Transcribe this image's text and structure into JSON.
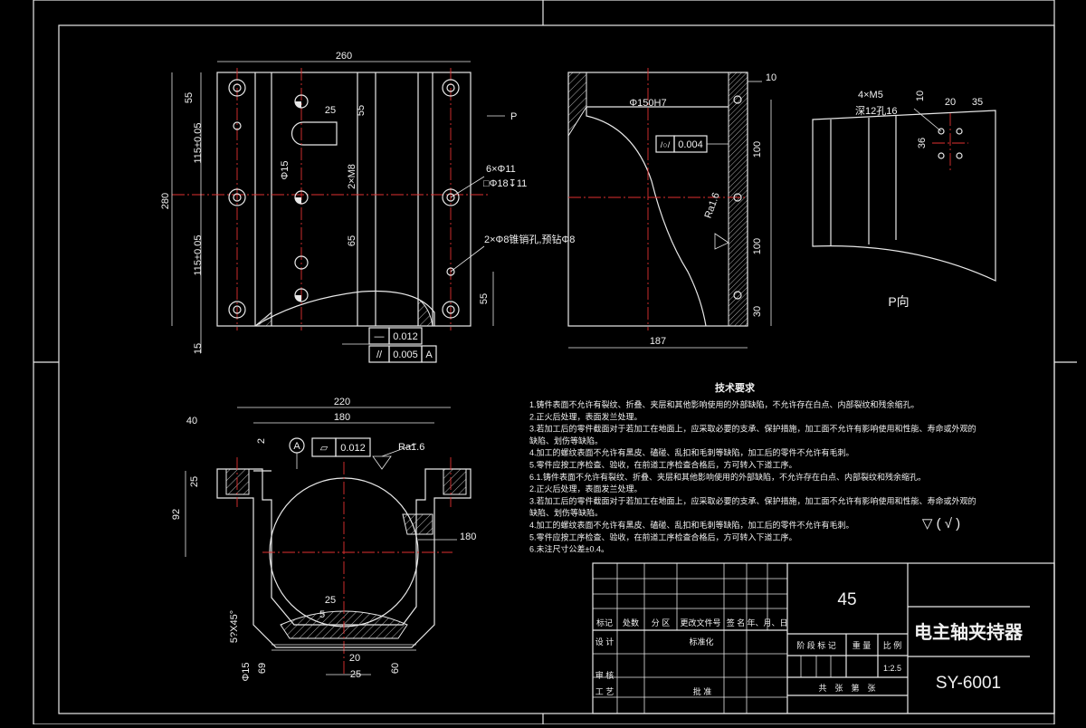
{
  "drawing": {
    "title": "电主轴夹持器",
    "number": "SY-6001",
    "material": "45",
    "scale": "1:2.5",
    "p_view_label": "P向",
    "p_arrow_label": "P"
  },
  "dimensions": {
    "front": {
      "width": "260",
      "height": "280",
      "top": "55",
      "tol1": "115±0.05",
      "tol2": "115±0.05",
      "bottom": "15",
      "slot_w": "25",
      "slot_h": "55",
      "dia15": "Φ15",
      "m8": "2×M8",
      "h65": "65",
      "b55": "55",
      "holes_note_1": "6×Φ11",
      "holes_note_2": "□Φ18↧11",
      "pin_note": "2×Φ8锥销孔,预钻Φ8",
      "flatness": "0.012",
      "parallel": "0.005",
      "datum": "A",
      "flat_sym": "—",
      "par_sym": "//"
    },
    "side": {
      "bore": "Φ150H7",
      "cyl_value": "0.004",
      "cyl_sym": "/○/",
      "d10": "10",
      "d100a": "100",
      "d100b": "100",
      "d30": "30",
      "d187": "187",
      "rough": "Ra1.6"
    },
    "pview": {
      "holes": "4×M5",
      "depth": "深12孔16",
      "d10": "10",
      "d20": "20",
      "d35": "35",
      "d36": "36"
    },
    "top": {
      "d220": "220",
      "d40": "40",
      "d180w": "180",
      "d2": "2",
      "datum_a": "A",
      "flat_val": "0.012",
      "flat_sym": "▱",
      "rough": "Ra1.6",
      "d25": "25",
      "d92": "92",
      "d180": "180",
      "d25b": "25",
      "d5": "5",
      "chamfer": "5?X45°",
      "d15": "Φ15",
      "d69": "69",
      "d20": "20",
      "d25c": "25",
      "d60": "60"
    }
  },
  "tech_requirements": {
    "heading": "技术要求",
    "lines": [
      "1.铸件表面不允许有裂纹、折叠、夹层和其他影响使用的外部缺陷，不允许存在白点、内部裂纹和残余缩孔。",
      "2.正火后处理，表面发兰处理。",
      "3.若加工后的零件截面对于若加工在地面上，应采取必要的支承、保护措施，加工面不允许有影响使用和性能、寿命或外观的",
      "   缺陷、划伤等缺陷。",
      "4.加工的螺纹表面不允许有黑皮、磕碰、乱扣和毛刺等缺陷，加工后的零件不允许有毛刺。",
      "5.零件应按工序检查、验收，在前道工序检查合格后，方可转入下道工序。",
      "6.1.铸件表面不允许有裂纹、折叠、夹层和其他影响使用的外部缺陷，不允许存在白点、内部裂纹和残余缩孔。",
      "2.正火后处理，表面发兰处理。",
      "3.若加工后的零件截面对于若加工在地面上，应采取必要的支承、保护措施，加工面不允许有影响使用和性能、寿命或外观的",
      "   缺陷、划伤等缺陷。",
      "4.加工的螺纹表面不允许有黑皮、磕碰、乱扣和毛刺等缺陷，加工后的零件不允许有毛刺。",
      "5.零件应按工序检查、验收，在前道工序检查合格后，方可转入下道工序。",
      "6.未注尺寸公差±0.4。"
    ],
    "roughness_note": "▽ ( √ )"
  },
  "title_block": {
    "row1": [
      "标记",
      "处数",
      "分 区",
      "更改文件号",
      "签 名",
      "年、月、日"
    ],
    "design": "设 计",
    "standard": "标准化",
    "stage": "阶 段 标 记",
    "weight": "重 量",
    "ratio": "比 例",
    "review": "审 核",
    "process": "工 艺",
    "approve": "批 准",
    "sheets": "共　张　第　张"
  }
}
